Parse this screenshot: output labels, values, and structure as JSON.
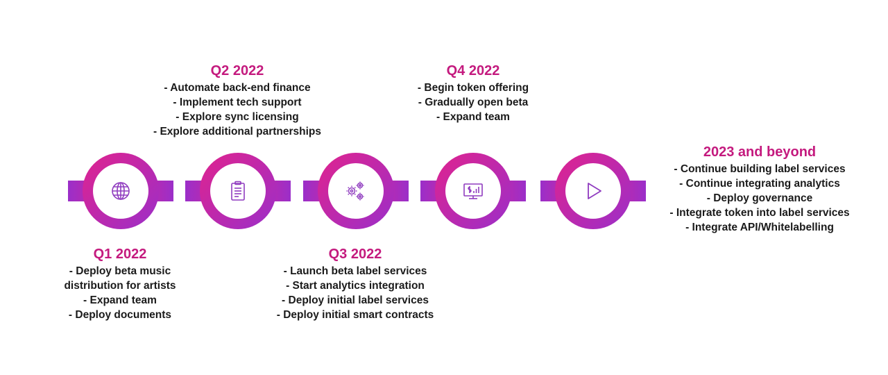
{
  "colors": {
    "title": "#c41a7e",
    "ring_pink": "#e0238e",
    "ring_purple": "#9b2fc9",
    "icon": "#8f3bbf",
    "text": "#1a1a1a"
  },
  "nodes": [
    {
      "icon": "globe-icon"
    },
    {
      "icon": "clipboard-icon"
    },
    {
      "icon": "gears-icon"
    },
    {
      "icon": "monitor-dollar-icon"
    },
    {
      "icon": "play-icon"
    }
  ],
  "milestones": [
    {
      "title": "Q1 2022",
      "items": [
        "- Deploy beta music",
        "distribution for artists",
        "- Expand team",
        "- Deploy documents"
      ]
    },
    {
      "title": "Q2 2022",
      "items": [
        "- Automate back-end finance",
        "- Implement tech support",
        "- Explore sync licensing",
        "- Explore additional partnerships"
      ]
    },
    {
      "title": "Q3 2022",
      "items": [
        "- Launch beta label services",
        "- Start analytics integration",
        "- Deploy initial label services",
        "- Deploy initial smart contracts"
      ]
    },
    {
      "title": "Q4 2022",
      "items": [
        "- Begin token offering",
        "- Gradually open beta",
        "- Expand team"
      ]
    },
    {
      "title": "2023 and beyond",
      "items": [
        "- Continue building label services",
        "- Continue integrating analytics",
        "- Deploy governance",
        "- Integrate token into label services",
        "- Integrate API/Whitelabelling"
      ]
    }
  ]
}
